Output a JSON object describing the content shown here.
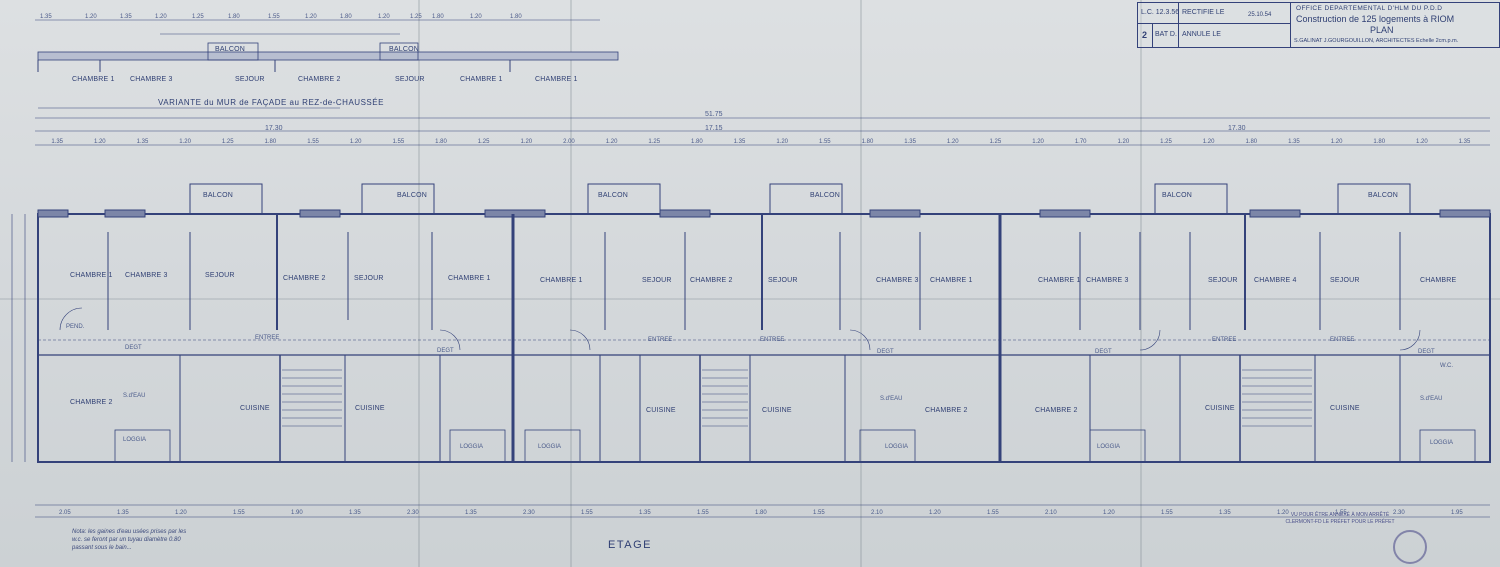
{
  "title_block": {
    "date_label": "L.C. 12.3.56",
    "rectified_label": "RECTIFIE LE",
    "rectified_date": "25.10.54",
    "office": "OFFICE DEPARTEMENTAL D'HLM DU P.D.D",
    "project": "Construction de 125 logements à RIOM",
    "sheet_type": "PLAN",
    "sheet_number": "2",
    "building": "BAT D.",
    "cancelled_label": "ANNULE LE",
    "architects": "S.GALINAT  J.GOURGOUILLON, ARCHITECTES  Echelle 2cm.p.m."
  },
  "variant_plan": {
    "title": "VARIANTE du MUR de FAÇADE au REZ-de-CHAUSSÉE",
    "balcony_label": "BALCON",
    "rooms": [
      "CHAMBRE 1",
      "CHAMBRE 3",
      "SEJOUR",
      "CHAMBRE 2",
      "SEJOUR",
      "CHAMBRE 1",
      "CHAMBRE 1"
    ],
    "dims": [
      "1.35",
      "1.20",
      "1.35",
      "1.20",
      "1.25",
      "1.80",
      "1.55",
      "1.20",
      "1.80",
      "1.20",
      "1.25",
      "1.80",
      "1.20",
      "1.80"
    ]
  },
  "main_plan": {
    "floor_label": "ETAGE",
    "overall_dim": "51.75",
    "section_dims": [
      "17.30",
      "17.15",
      "17.30"
    ],
    "balcony_label": "BALCON",
    "upper_rooms": [
      "CHAMBRE 1",
      "CHAMBRE 3",
      "SEJOUR",
      "CHAMBRE 2",
      "SEJOUR",
      "CHAMBRE 1",
      "CHAMBRE 1",
      "SEJOUR",
      "CHAMBRE 2",
      "SEJOUR",
      "CHAMBRE 3",
      "CHAMBRE 1",
      "CHAMBRE 1",
      "CHAMBRE 3",
      "SEJOUR",
      "CHAMBRE 4",
      "SEJOUR",
      "CHAMBRE"
    ],
    "lower_rooms": [
      "CHAMBRE 2",
      "CUISINE",
      "CUISINE",
      "CUISINE",
      "CUISINE",
      "CHAMBRE 2",
      "CHAMBRE 2",
      "CUISINE",
      "CUISINE"
    ],
    "service_labels": [
      "PEND.",
      "DEGT",
      "ENTREE",
      "S.d'EAU",
      "LOGGIA",
      "W.C."
    ],
    "bottom_dims": [
      "2.05",
      "1.35",
      "1.20",
      "1.55",
      "1.90",
      "1.35",
      "2.30",
      "1.35",
      "2.30",
      "1.55",
      "1.35",
      "1.55",
      "1.80",
      "1.55",
      "2.10",
      "1.20",
      "1.55",
      "2.10",
      "1.20",
      "1.55",
      "1.35",
      "1.20",
      "1.55",
      "2.30",
      "1.95"
    ],
    "top_dims": [
      "1.35",
      "1.20",
      "1.35",
      "1.20",
      "1.25",
      "1.80",
      "1.55",
      "1.20",
      "1.55",
      "1.80",
      "1.25",
      "1.20",
      "2.00",
      "1.20",
      "1.25",
      "1.80",
      "1.35",
      "1.20",
      "1.55",
      "1.80",
      "1.35",
      "1.20",
      "1.25",
      "1.20",
      "1.70",
      "1.20",
      "1.25",
      "1.20",
      "1.80",
      "1.35",
      "1.20",
      "1.80",
      "1.20",
      "1.35"
    ]
  },
  "note": "Nota: les gaines d'eau usées prises par les w.c. se feront par un tuyau diamètre 0.80 passant sous le bain...",
  "stamp": "VU POUR ÊTRE ANNEXÉ À MON ARRÊTÉ CLERMONT-FD LE PRÉFET POUR LE PRÉFET",
  "colors": {
    "ink": "#2f3f73",
    "paper": "#d6dadd"
  }
}
